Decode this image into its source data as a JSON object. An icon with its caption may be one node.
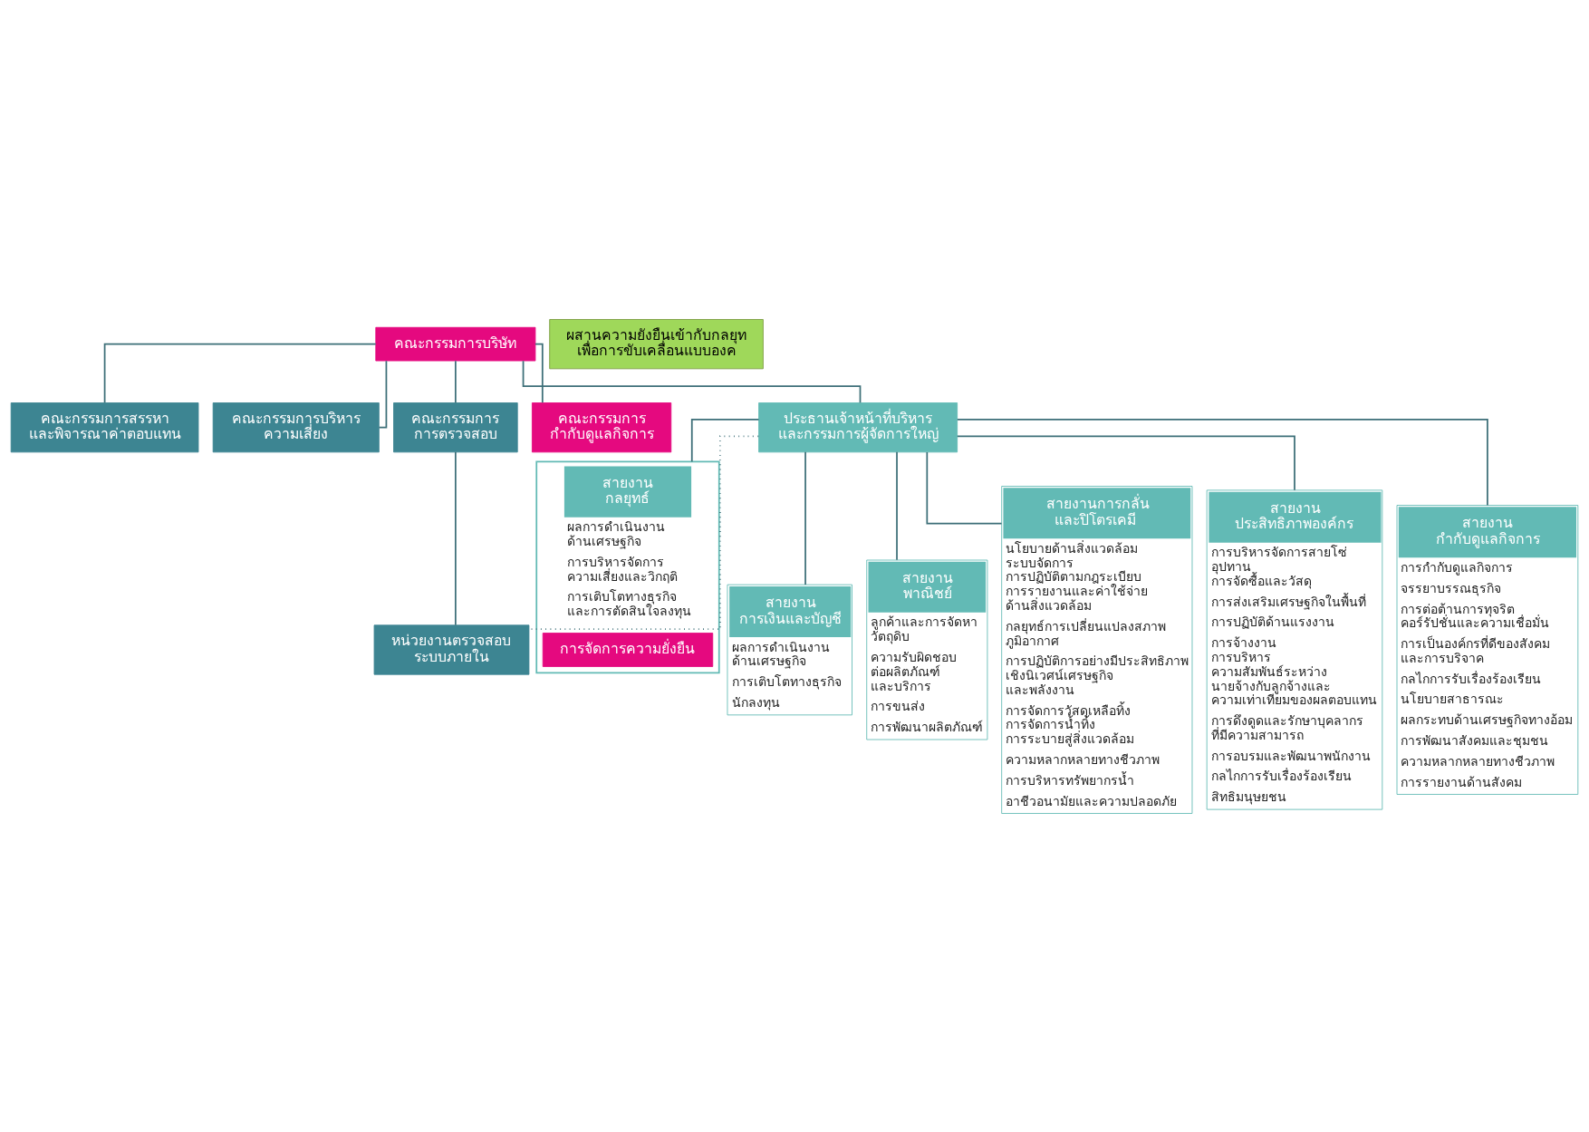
{
  "diagram": {
    "nodes": [
      {
        "text": [
          "คณะกรรมการบริษัท"
        ]
      },
      {
        "text": [
          "ผสานความยังยืนเข้ากับกลยุท เพื่อการขับเคลื่อนแบบองค"
        ]
      },
      {
        "text": [
          "คณะกรรมการสรรหา และพิจารณาค่าตอบแทน"
        ]
      },
      {
        "text": [
          "คณะกรรมการบริหาร ความเสี่ยง"
        ]
      },
      {
        "text": [
          "คณะกรรมการ การตรวจสอบ"
        ]
      },
      {
        "text": [
          "คณะกรรมการ กำกับดูแลกิจการ"
        ]
      },
      {
        "text": [
          "ประธานเจ้าหน้าที่บริหาร และกรรมการผู้จัดการใหญ่"
        ]
      },
      {
        "text": [
          "หน่วยงานตรวจสอบ ระบบภายใน"
        ]
      },
      {
        "text": [
          "สายงาน กลยุทธ์",
          "ผลการดำเนินงาน ด้านเศรษฐกิจ",
          "การบริหารจัดการ ความเสี่ยงและวิกฤติ",
          "การเติบโตทางธุรกิจ และการตัดสินใจลงทุน"
        ]
      },
      {
        "text": [
          "การจัดการความยั่งยืน"
        ],
        "in": 8
      },
      {
        "text": [
          "สายงาน การเงินและบัญชี",
          "ผลการดำเนินงาน ด้านเศรษฐกิจ",
          "การเติบโตทางธุรกิจ",
          "นักลงทุน"
        ]
      },
      {
        "text": [
          "สายงาน พาณิชย์",
          "ลูกค้าและการจัดหา วัตถุดิบ",
          "ความรับผิดชอบ ต่อผลิตภัณฑ์ และบริการ",
          "การขนส่ง",
          "การพัฒนาผลิตภัณฑ์"
        ]
      },
      {
        "text": [
          "สายงานการกลั่น และปิโตรเคมี",
          "นโยบายด้านสิ่งแวดล้อม ระบบจัดการ การปฏิบัติตามกฎระเบียบ การรายงานและค่าใช้จ่าย ด้านสิ่งแวดล้อม",
          "กลยุทธ์การเปลี่ยนแปลงสภาพ ภูมิอากาศ",
          "การปฏิบัติการอย่างมีประสิทธิภาพ เชิงนิเวศน์เศรษฐกิจ และพลังงาน",
          "การจัดการวัสดุเหลือทิ้ง การจัดการน้ำทิ้ง การระบายสู่สิ่งแวดล้อม",
          "ความหลากหลายทางชีวภาพ",
          "การบริหารทรัพยากรน้ำ",
          "อาชีวอนามัยและความปลอดภัย"
        ]
      },
      {
        "text": [
          "สายงาน ประสิทธิภาพองค์กร",
          "การบริหารจัดการสายโซ่ อุปทาน การจัดซื้อและวัสดุ",
          "การส่งเสริมเศรษฐกิจในพื้นที่",
          "การปฏิบัติด้านแรงงาน",
          "การจ้างงาน การบริหาร ความสัมพันธ์ระหว่าง นายจ้างกับลูกจ้างและ ความเท่าเทียมของผลตอบแทน",
          "การดึงดูดและรักษาบุคลากร ที่มีความสามารถ",
          "การอบรมและพัฒนาพนักงาน",
          "กลไกการรับเรื่องร้องเรียน",
          "สิทธิมนุษยชน"
        ]
      },
      {
        "text": [
          "สายงาน กำกับดูแลกิจการ",
          "การกำกับดูแลกิจการ",
          "จรรยาบรรณธุรกิจ",
          "การต่อต้านการทุจริต คอร์รัปชั่นและความเชื่อมั่น",
          "การเป็นองค์กรที่ดีของสังคม และการบริจาค",
          "กลไกการรับเรื่องร้องเรียน",
          "นโยบายสาธารณะ",
          "ผลกระทบด้านเศรษฐกิจทางอ้อม",
          "การพัฒนาสังคมและชุมชน",
          "ความหลากหลายทางชีวภาพ",
          "การรายงานด้านสังคม"
        ]
      }
    ],
    "edges": [
      {
        "from": 0,
        "to": 2,
        "arrow": "none"
      },
      {
        "from": 0,
        "to": 3,
        "arrow": "none"
      },
      {
        "from": 0,
        "to": 4,
        "arrow": "none"
      },
      {
        "from": 0,
        "to": 5,
        "arrow": "none"
      },
      {
        "from": 0,
        "to": 6,
        "arrow": "none"
      },
      {
        "from": 4,
        "to": 7,
        "arrow": "none"
      },
      {
        "from": 6,
        "to": 7,
        "arrow": "none",
        "style": "dashed"
      },
      {
        "from": 6,
        "to": 8,
        "arrow": "none"
      },
      {
        "from": 6,
        "to": 10,
        "arrow": "none"
      },
      {
        "from": 6,
        "to": 11,
        "arrow": "none"
      },
      {
        "from": 6,
        "to": 12,
        "arrow": "none"
      },
      {
        "from": 6,
        "to": 13,
        "arrow": "none"
      },
      {
        "from": 6,
        "to": 14,
        "arrow": "none"
      }
    ]
  }
}
